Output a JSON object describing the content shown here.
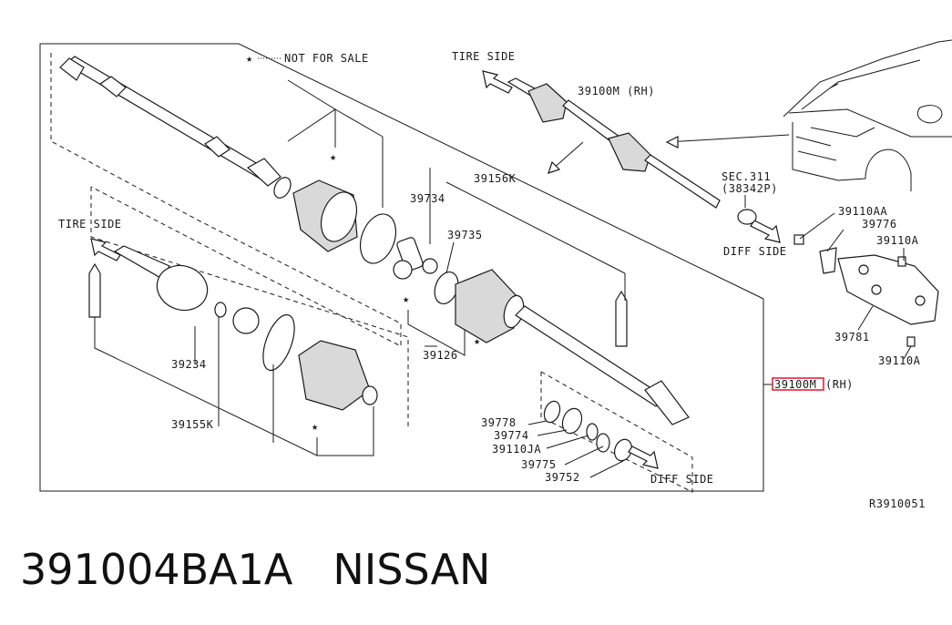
{
  "legend": {
    "symbol": "★",
    "text": "NOT FOR SALE"
  },
  "directions": {
    "tire_side_left": "TIRE SIDE",
    "tire_side_top": "TIRE SIDE",
    "diff_side_bottom": "DIFF SIDE",
    "diff_side_right": "DIFF SIDE"
  },
  "parts": {
    "p39156K": "39156K",
    "p39734": "39734",
    "p39735": "39735",
    "p39126": "39126",
    "p39234": "39234",
    "p39155K": "39155K",
    "p39778": "39778",
    "p39774": "39774",
    "p39110JA": "39110JA",
    "p39775": "39775",
    "p39752": "39752",
    "p39100M_rh_top": "39100M (RH)",
    "sec311": "SEC.311",
    "sec311_ref": "(38342P)",
    "p39110AA": "39110AA",
    "p39776": "39776",
    "p39110A_top": "39110A",
    "p39781": "39781",
    "p39110A_bottom": "39110A",
    "callout_part": "39100M",
    "callout_suffix": "(RH)"
  },
  "diagram_code": "R3910051",
  "footer": {
    "part_number": "391004BA1A",
    "brand": "NISSAN"
  },
  "colors": {
    "ink": "#1a1a1a",
    "highlight": "#e8102a",
    "boot_fill": "#d9d9d9"
  }
}
